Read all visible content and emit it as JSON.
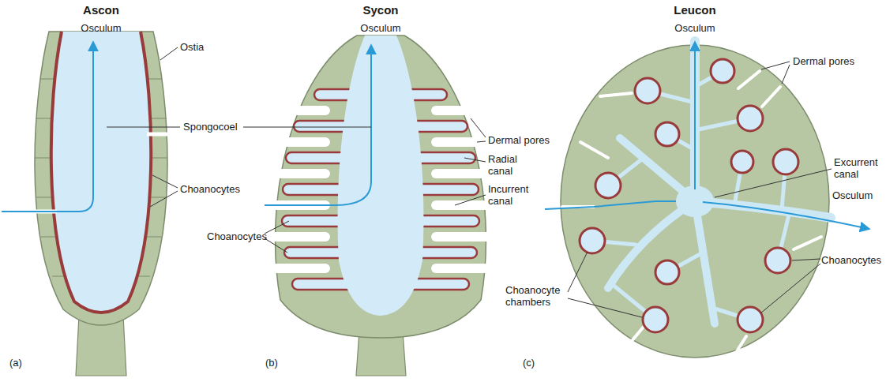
{
  "diagram": {
    "labels": [
      "Ascon",
      "Sycon",
      "Leucon",
      "Osculum",
      "Ostia",
      "Spongocoel",
      "Choanocytes",
      "Osculum",
      "Dermal pores",
      "Radial canal",
      "Incurrent canal",
      "Choanocytes",
      "Osculum",
      "Dermal pores",
      "Excurrent canal",
      "Osculum",
      "Choanocytes",
      "Choanocyte chambers",
      "(a)",
      "(b)",
      "(c)"
    ]
  }
}
